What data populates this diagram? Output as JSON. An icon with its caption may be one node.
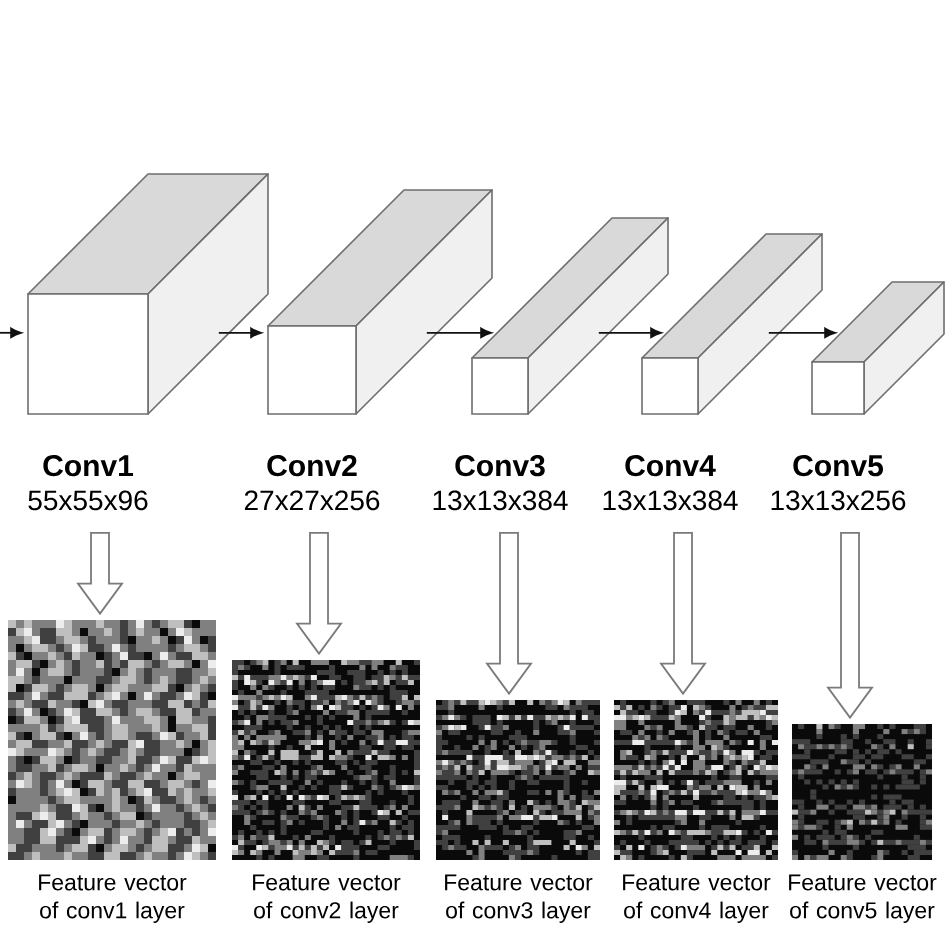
{
  "diagram": {
    "nodes": [
      {
        "text": [
          "Conv1",
          "55x55x96"
        ]
      },
      {
        "text": [
          "Conv2",
          "27x27x256"
        ]
      },
      {
        "text": [
          "Conv3",
          "13x13x384"
        ]
      },
      {
        "text": [
          "Conv4",
          "13x13x384"
        ]
      },
      {
        "text": [
          "Conv5",
          "13x13x256"
        ]
      },
      {
        "text": [],
        "shape": "picture",
        "beside": [
          "Feature vector of conv1 layer"
        ]
      },
      {
        "text": [],
        "shape": "picture",
        "beside": [
          "Feature vector of conv2 layer"
        ]
      },
      {
        "text": [],
        "shape": "picture",
        "beside": [
          "Feature vector of conv3 layer"
        ]
      },
      {
        "text": [],
        "shape": "picture",
        "beside": [
          "Feature vector of conv4 layer"
        ]
      },
      {
        "text": [],
        "shape": "picture",
        "beside": [
          "Feature vector of conv5 layer"
        ]
      }
    ],
    "edges": [
      {
        "from": null,
        "to": 0,
        "arrow": "to"
      },
      {
        "from": 0,
        "to": 1,
        "arrow": "to"
      },
      {
        "from": 1,
        "to": 2,
        "arrow": "to"
      },
      {
        "from": 2,
        "to": 3,
        "arrow": "to"
      },
      {
        "from": 3,
        "to": 4,
        "arrow": "to"
      },
      {
        "from": 0,
        "to": 5,
        "arrow": "to",
        "style": "thick"
      },
      {
        "from": 1,
        "to": 6,
        "arrow": "to",
        "style": "thick"
      },
      {
        "from": 2,
        "to": 7,
        "arrow": "to",
        "style": "thick"
      },
      {
        "from": 3,
        "to": 8,
        "arrow": "to",
        "style": "thick"
      },
      {
        "from": 4,
        "to": 9,
        "arrow": "to",
        "style": "thick"
      }
    ]
  }
}
